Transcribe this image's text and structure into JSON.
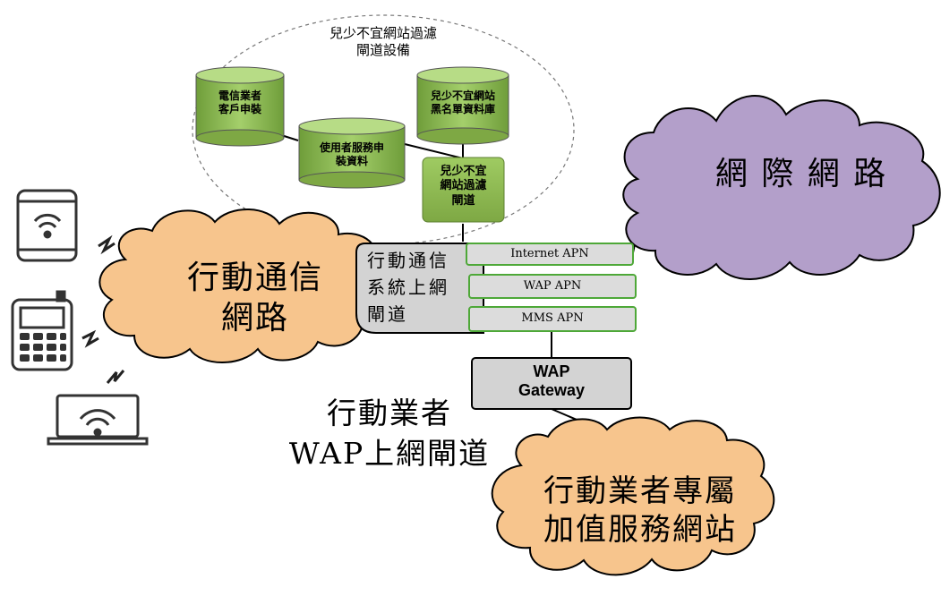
{
  "filter_group": {
    "title": "兒少不宜網站過濾\n閘道設備"
  },
  "databases": {
    "telecom": "電信業者\n客戶申裝",
    "blacklist": "兒少不宜網站\n黑名單資料庫",
    "user_service": "使用者服務申\n裝資料",
    "filter_gateway": "兒少不宜\n網站過濾\n閘道"
  },
  "clouds": {
    "internet": "網 際 網 路",
    "mobile_network": "行動通信\n網路",
    "vas_sites": "行動業者專屬\n加值服務網站"
  },
  "gateway": {
    "label": "行動通信\n系統上網\n閘道",
    "apns": [
      "Internet APN",
      "WAP APN",
      "MMS APN"
    ]
  },
  "wap_gateway": {
    "label": "WAP\nGateway"
  },
  "caption": "行動業者\nWAP上網閘道",
  "devices": [
    "tablet-wifi-icon",
    "feature-phone-icon",
    "laptop-wifi-icon"
  ],
  "colors": {
    "cloud_orange": "#f7c58d",
    "cloud_purple": "#b39fca",
    "db_green": "#8fbd54",
    "apn_border": "#4ea838",
    "gateway_gray": "#d3d3d3"
  }
}
